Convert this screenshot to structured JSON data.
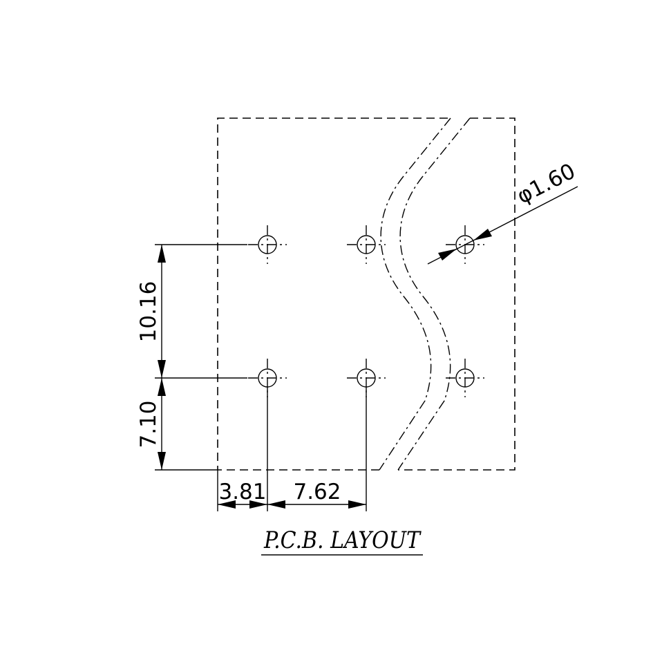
{
  "title": "P.C.B. LAYOUT",
  "dimensions": {
    "row_pitch": "10.16",
    "edge_to_row": "7.10",
    "edge_to_col": "3.81",
    "col_pitch": "7.62",
    "hole_diameter": "φ1.60"
  }
}
